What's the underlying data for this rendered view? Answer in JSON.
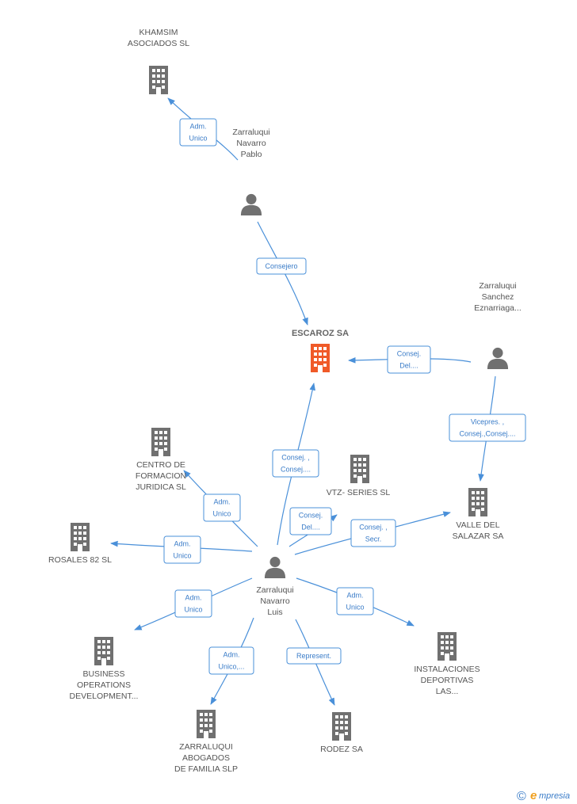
{
  "colors": {
    "edge": "#4a90d9",
    "icon": "#707070",
    "main_icon": "#f05a28",
    "label": "#555555"
  },
  "nodes": [
    {
      "id": "escaroz",
      "type": "company",
      "main": true,
      "label": [
        "ESCAROZ SA"
      ]
    },
    {
      "id": "khamsim",
      "type": "company",
      "label": [
        "KHAMSIM",
        "ASOCIADOS SL"
      ]
    },
    {
      "id": "pablo",
      "type": "person",
      "label": [
        "Zarraluqui",
        "Navarro",
        "Pablo"
      ]
    },
    {
      "id": "sanchez",
      "type": "person",
      "label": [
        "Zarraluqui",
        "Sanchez",
        "Eznarriaga..."
      ]
    },
    {
      "id": "valle",
      "type": "company",
      "label": [
        "VALLE DEL",
        "SALAZAR SA"
      ]
    },
    {
      "id": "centro",
      "type": "company",
      "label": [
        "CENTRO DE",
        "FORMACION",
        "JURIDICA  SL"
      ]
    },
    {
      "id": "vtz",
      "type": "company",
      "label": [
        "VTZ- SERIES SL"
      ]
    },
    {
      "id": "rosales",
      "type": "company",
      "label": [
        "ROSALES 82  SL"
      ]
    },
    {
      "id": "luis",
      "type": "person",
      "label": [
        "Zarraluqui",
        "Navarro",
        "Luis"
      ]
    },
    {
      "id": "business",
      "type": "company",
      "label": [
        "BUSINESS",
        "OPERATIONS",
        "DEVELOPMENT..."
      ]
    },
    {
      "id": "instalaciones",
      "type": "company",
      "label": [
        "INSTALACIONES",
        "DEPORTIVAS",
        "LAS..."
      ]
    },
    {
      "id": "abogados",
      "type": "company",
      "label": [
        "ZARRALUQUI",
        "ABOGADOS",
        "DE FAMILIA  SLP"
      ]
    },
    {
      "id": "rodez",
      "type": "company",
      "label": [
        "RODEZ SA"
      ]
    }
  ],
  "edges": [
    {
      "id": "e-pablo-khamsim",
      "from": "pablo",
      "to": "khamsim",
      "label": [
        "Adm.",
        "Unico"
      ]
    },
    {
      "id": "e-pablo-escaroz",
      "from": "pablo",
      "to": "escaroz",
      "label": [
        "Consejero"
      ]
    },
    {
      "id": "e-sanchez-escaroz",
      "from": "sanchez",
      "to": "escaroz",
      "label": [
        "Consej.",
        "Del...."
      ]
    },
    {
      "id": "e-sanchez-valle",
      "from": "sanchez",
      "to": "valle",
      "label": [
        "Vicepres. ,",
        "Consej.,Consej...."
      ]
    },
    {
      "id": "e-luis-escaroz",
      "from": "luis",
      "to": "escaroz",
      "label": [
        "Consej. ,",
        "Consej...."
      ]
    },
    {
      "id": "e-luis-centro",
      "from": "luis",
      "to": "centro",
      "label": [
        "Adm.",
        "Unico"
      ]
    },
    {
      "id": "e-luis-vtz",
      "from": "luis",
      "to": "vtz",
      "label": [
        "Consej.",
        "Del...."
      ]
    },
    {
      "id": "e-luis-valle",
      "from": "luis",
      "to": "valle",
      "label": [
        "Consej. ,",
        "Secr."
      ]
    },
    {
      "id": "e-luis-rosales",
      "from": "luis",
      "to": "rosales",
      "label": [
        "Adm.",
        "Unico"
      ]
    },
    {
      "id": "e-luis-business",
      "from": "luis",
      "to": "business",
      "label": [
        "Adm.",
        "Unico"
      ]
    },
    {
      "id": "e-luis-instalaciones",
      "from": "luis",
      "to": "instalaciones",
      "label": [
        "Adm.",
        "Unico"
      ]
    },
    {
      "id": "e-luis-abogados",
      "from": "luis",
      "to": "abogados",
      "label": [
        "Adm.",
        "Unico,..."
      ]
    },
    {
      "id": "e-luis-rodez",
      "from": "luis",
      "to": "rodez",
      "label": [
        "Represent."
      ]
    }
  ],
  "watermark": {
    "copyright_symbol": "©",
    "brand_initial": "e",
    "brand_rest": "mpresia"
  }
}
